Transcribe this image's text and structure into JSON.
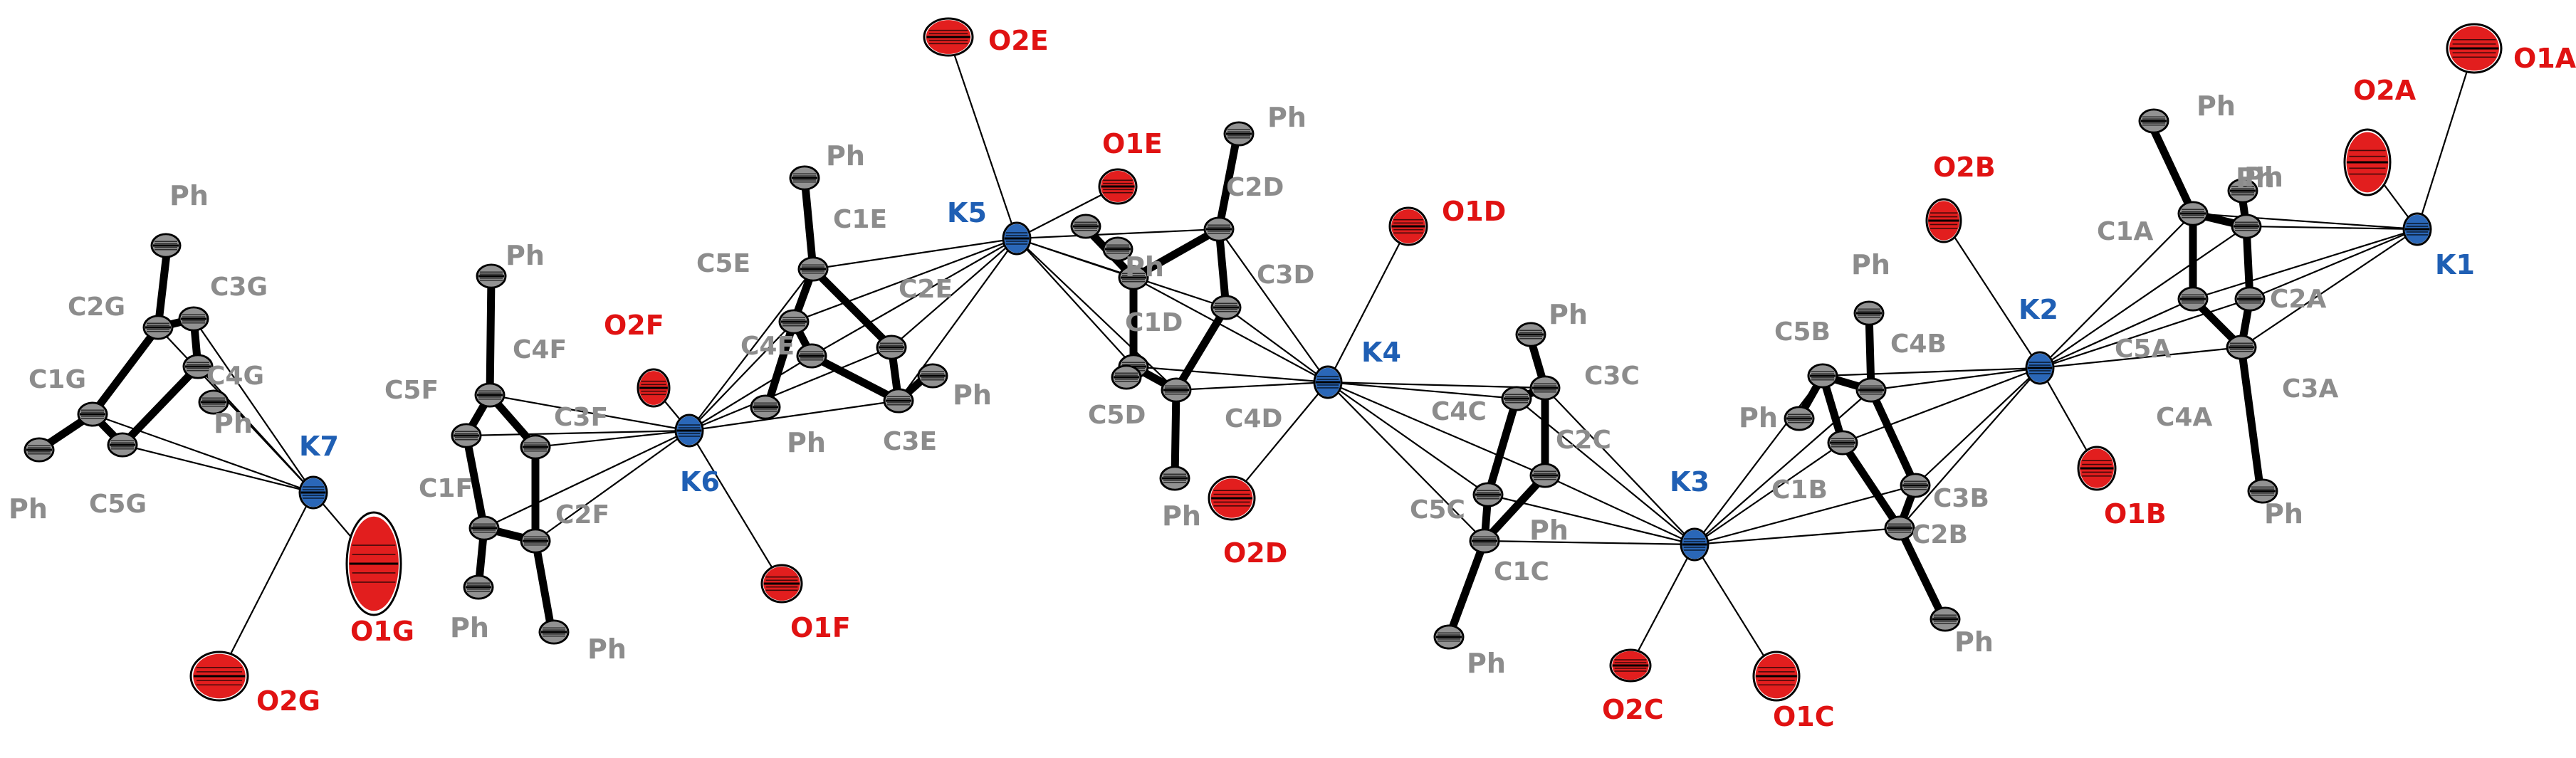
{
  "colors": {
    "potassium": "#1f5fb4",
    "oxygen": "#e01212",
    "carbon": "#8c8c8c",
    "bond": "#000000",
    "k_label": "#1f5fb4",
    "o_label": "#e01212",
    "c_label": "#8c8c8c"
  },
  "molecule": {
    "potassium_atoms": [
      {
        "id": "K1",
        "label": "K1"
      },
      {
        "id": "K2",
        "label": "K2"
      },
      {
        "id": "K3",
        "label": "K3"
      },
      {
        "id": "K4",
        "label": "K4"
      },
      {
        "id": "K5",
        "label": "K5"
      },
      {
        "id": "K6",
        "label": "K6"
      },
      {
        "id": "K7",
        "label": "K7"
      }
    ],
    "oxygen_atoms": [
      {
        "id": "O1A",
        "label": "O1A"
      },
      {
        "id": "O2A",
        "label": "O2A"
      },
      {
        "id": "O1B",
        "label": "O1B"
      },
      {
        "id": "O2B",
        "label": "O2B"
      },
      {
        "id": "O1C",
        "label": "O1C"
      },
      {
        "id": "O2C",
        "label": "O2C"
      },
      {
        "id": "O1D",
        "label": "O1D"
      },
      {
        "id": "O2D",
        "label": "O2D"
      },
      {
        "id": "O1E",
        "label": "O1E"
      },
      {
        "id": "O2E",
        "label": "O2E"
      },
      {
        "id": "O1F",
        "label": "O1F"
      },
      {
        "id": "O2F",
        "label": "O2F"
      },
      {
        "id": "O1G",
        "label": "O1G"
      },
      {
        "id": "O2G",
        "label": "O2G"
      }
    ],
    "carbon_labels": [
      "C1A",
      "C2A",
      "C3A",
      "C4A",
      "C5A",
      "C1B",
      "C3B",
      "C4B",
      "C5B",
      "C2B",
      "C2C",
      "C3C",
      "C4C",
      "C5C",
      "C1C",
      "C1D",
      "C2D",
      "C3D",
      "C4D",
      "C5D",
      "C1E",
      "C2E",
      "C3E",
      "C4E",
      "C5E",
      "C1F",
      "C2F",
      "C3F",
      "C4F",
      "C5F",
      "C1G",
      "C2G",
      "C3G",
      "C4G",
      "C5G"
    ],
    "phenyl_label": "Ph"
  }
}
